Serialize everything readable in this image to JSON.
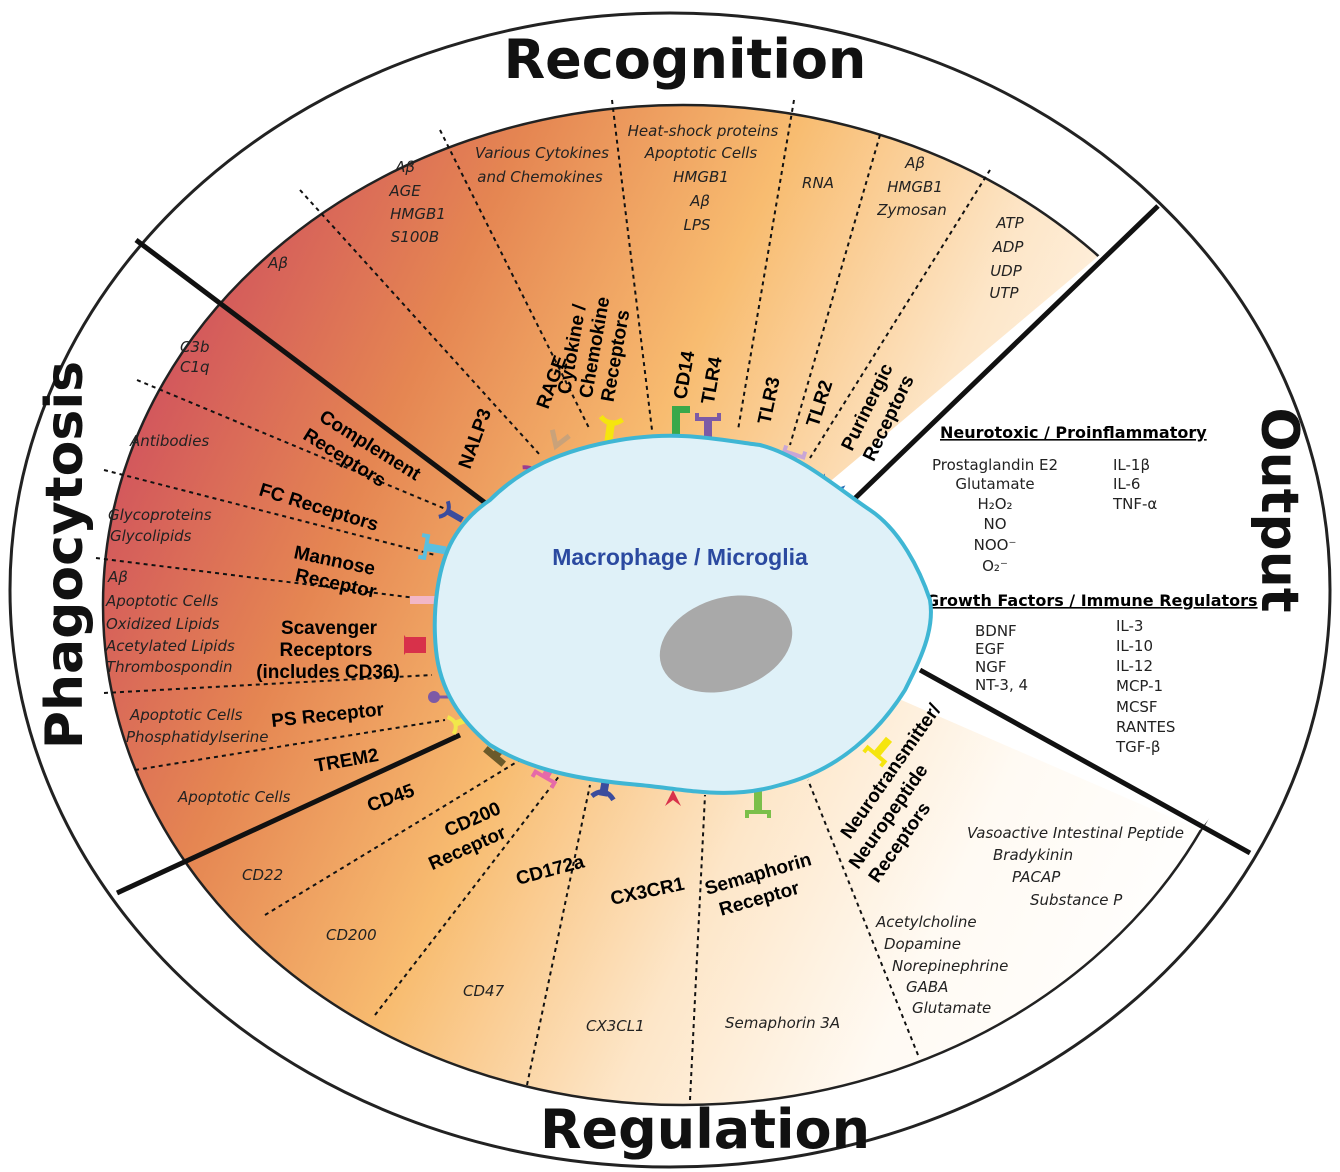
{
  "sections": {
    "recognition": "Recognition",
    "phagocytosis": "Phagocytosis",
    "output": "Output",
    "regulation": "Regulation"
  },
  "cell": {
    "label": "Macrophage / Microglia"
  },
  "recognition": {
    "nalp3": {
      "label": "NALP3",
      "ligand": "Aβ"
    },
    "rage": {
      "label": "RAGE",
      "ligands": [
        "Aβ",
        "AGE",
        "HMGB1",
        "S100B"
      ]
    },
    "cytokine": {
      "label": [
        "Cytokine /",
        "Chemokine",
        "Receptors"
      ],
      "ligands": [
        "Various Cytokines",
        "and Chemokines"
      ]
    },
    "cd14_tlr4": {
      "label": [
        "CD14",
        "TLR4"
      ],
      "ligands": [
        "Heat-shock proteins",
        "Apoptotic Cells",
        "HMGB1",
        "Aβ",
        "LPS"
      ]
    },
    "tlr3": {
      "label": "TLR3",
      "ligand": "RNA"
    },
    "tlr2": {
      "label": "TLR2",
      "ligands": [
        "Aβ",
        "HMGB1",
        "Zymosan"
      ]
    },
    "purinergic": {
      "label": [
        "Purinergic",
        "Receptors"
      ],
      "ligands": [
        "ATP",
        "ADP",
        "UDP",
        "UTP"
      ]
    }
  },
  "phagocytosis": {
    "complement": {
      "label": [
        "Complement",
        "Receptors"
      ],
      "ligands": [
        "C3b",
        "C1q"
      ]
    },
    "fc": {
      "label": "FC Receptors",
      "ligand": "Antibodies"
    },
    "mannose": {
      "label": [
        "Mannose",
        "Receptor"
      ],
      "ligands": [
        "Glycoproteins",
        "Glycolipids"
      ]
    },
    "scavenger": {
      "label": [
        "Scavenger",
        "Receptors",
        "(includes CD36)"
      ],
      "ligands": [
        "Aβ",
        "Apoptotic Cells",
        "Oxidized Lipids",
        "Acetylated Lipids",
        "Thrombospondin"
      ]
    },
    "ps": {
      "label": "PS Receptor",
      "ligands": [
        "Apoptotic Cells",
        "Phosphatidylserine"
      ]
    },
    "trem2": {
      "label": "TREM2",
      "ligand": "Apoptotic Cells"
    }
  },
  "regulation": {
    "cd45": {
      "label": "CD45",
      "ligand": "CD22"
    },
    "cd200": {
      "label": [
        "CD200",
        "Receptor"
      ],
      "ligand": "CD200"
    },
    "cd172a": {
      "label": "CD172a",
      "ligand": "CD47"
    },
    "cx3cr1": {
      "label": "CX3CR1",
      "ligand": "CX3CL1"
    },
    "semaphorin": {
      "label": [
        "Semaphorin",
        "Receptor"
      ],
      "ligand": "Semaphorin 3A"
    },
    "neuro": {
      "label": [
        "Neurotransmitter/",
        "Neuropeptide",
        "Receptors"
      ],
      "ligands_a": [
        "Vasoactive Intestinal Peptide",
        "Bradykinin",
        "PACAP",
        "Substance P"
      ],
      "ligands_b": [
        "Acetylcholine",
        "Dopamine",
        "Norepinephrine",
        "GABA",
        "Glutamate"
      ]
    }
  },
  "output": {
    "neurotoxic": {
      "heading": "Neurotoxic / Proinflammatory",
      "col1": [
        "Prostaglandin E2",
        "Glutamate",
        "H₂O₂",
        "NO",
        "NOO⁻",
        "O₂⁻"
      ],
      "col2": [
        "IL-1β",
        "IL-6",
        "TNF-α"
      ]
    },
    "growth": {
      "heading": "Growth Factors / Immune Regulators",
      "col1": [
        "BDNF",
        "EGF",
        "NGF",
        "NT-3, 4"
      ],
      "col2": [
        "IL-3",
        "IL-10",
        "IL-12",
        "MCP-1",
        "MCSF",
        "RANTES",
        "TGF-β"
      ]
    }
  },
  "colors": {
    "cell_fill": "#dff1f8",
    "cell_stroke": "#3fb6d4",
    "nucleus": "#a9a9a9",
    "grad_dark": "#d4555e",
    "grad_orange": "#f2a35a",
    "grad_light": "#fdf3e6"
  }
}
